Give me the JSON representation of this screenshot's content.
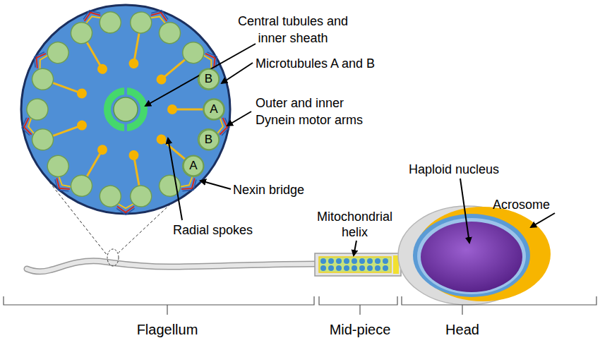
{
  "diagram": {
    "nodes": [
      {
        "text": [
          "B"
        ]
      },
      {
        "text": [
          "A"
        ]
      },
      {
        "text": [
          "B"
        ]
      },
      {
        "text": [
          "A"
        ]
      }
    ],
    "labels": [
      "Central tubules and inner sheath",
      "Microtubules A and B",
      "Outer and inner Dynein motor arms",
      "Haploid nucleus",
      "Nexin bridge",
      "Acrosome",
      "Mitochondrial helix",
      "Radial spokes",
      "Flagellum",
      "Mid-piece",
      "Head"
    ]
  }
}
